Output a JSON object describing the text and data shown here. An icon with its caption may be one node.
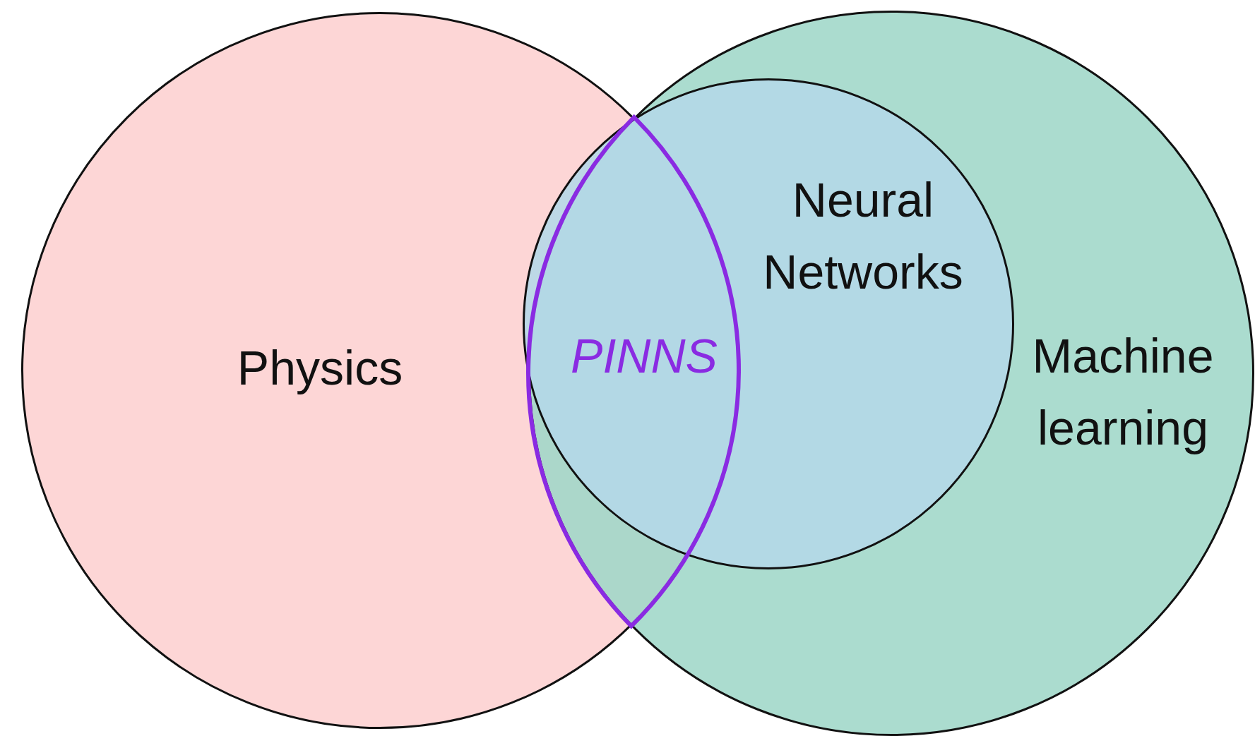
{
  "diagram": {
    "nodes": [
      {
        "text": [
          "Physics"
        ]
      },
      {
        "text": [
          "Machine learning"
        ]
      },
      {
        "text": [
          "Neural Networks"
        ],
        "in": 1
      },
      {
        "text": [
          "PINNS"
        ]
      }
    ]
  }
}
